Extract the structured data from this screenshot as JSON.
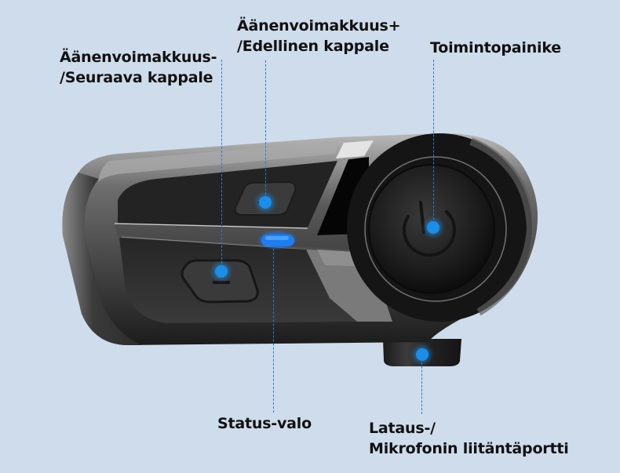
{
  "diagram": {
    "subject": "Motorcycle helmet intercom headset",
    "background_color": "#cfdcec",
    "accent_color": "#1a8ee8",
    "callouts": [
      {
        "id": "volume-down",
        "lines": [
          "Äänenvoimakkuus-",
          "/Seuraava kappale"
        ],
        "target": "lower-left button"
      },
      {
        "id": "volume-up",
        "lines": [
          "Äänenvoimakkuus+",
          "/Edellinen kappale"
        ],
        "target": "upper button"
      },
      {
        "id": "function-button",
        "lines": [
          "Toimintopainike"
        ],
        "target": "round power button"
      },
      {
        "id": "status-light",
        "lines": [
          "Status-valo"
        ],
        "target": "blue LED"
      },
      {
        "id": "charging-port",
        "lines": [
          "Lataus-/",
          "Mikrofonin liitäntäportti"
        ],
        "target": "bottom port"
      }
    ]
  }
}
